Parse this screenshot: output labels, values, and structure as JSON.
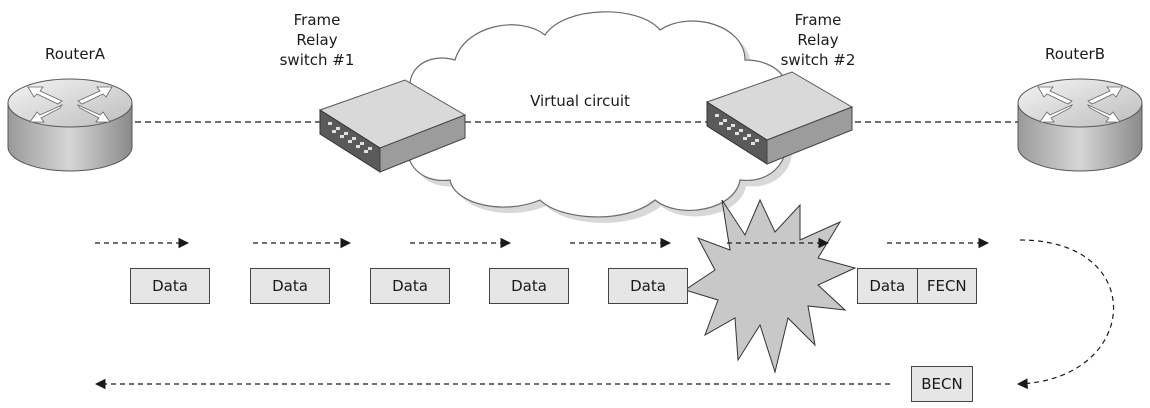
{
  "nodes": {
    "router_a": "RouterA",
    "router_b": "RouterB",
    "switch_1": [
      "Frame",
      "Relay",
      "switch #1"
    ],
    "switch_2": [
      "Frame",
      "Relay",
      "switch #2"
    ],
    "cloud": "Virtual circuit"
  },
  "frames": {
    "data": "Data",
    "fecn": "FECN",
    "becn": "BECN"
  },
  "colors": {
    "box_fill": "#e6e6e6",
    "cloud_fill": "#ffffff",
    "burst_fill": "#c8c8c8",
    "line": "#1a1a1a"
  }
}
